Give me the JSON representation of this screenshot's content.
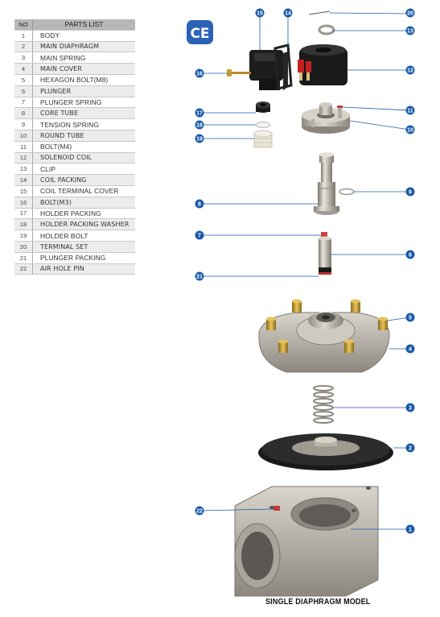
{
  "table": {
    "header_no": "NO",
    "header_title": "PARTS  LIST",
    "rows": [
      {
        "no": "1",
        "name": "BODY"
      },
      {
        "no": "2",
        "name": "MAIN DIAPHRAGM"
      },
      {
        "no": "3",
        "name": "MAIN SPRING"
      },
      {
        "no": "4",
        "name": "MAIN COVER"
      },
      {
        "no": "5",
        "name": "HEXAGON BOLT(M8)"
      },
      {
        "no": "6",
        "name": "PLUNGER"
      },
      {
        "no": "7",
        "name": "PLUNGER SPRING"
      },
      {
        "no": "8",
        "name": "CORE TUBE"
      },
      {
        "no": "9",
        "name": "TENSION SPRING"
      },
      {
        "no": "10",
        "name": "ROUND TUBE"
      },
      {
        "no": "11",
        "name": "BOLT(M4)"
      },
      {
        "no": "12",
        "name": "SOLENOID COIL"
      },
      {
        "no": "13",
        "name": "CLIP"
      },
      {
        "no": "14",
        "name": "COIL PACKING"
      },
      {
        "no": "15",
        "name": "COIL TERMINAL COVER"
      },
      {
        "no": "16",
        "name": "BOLT(M3)"
      },
      {
        "no": "17",
        "name": "HOLDER PACKING"
      },
      {
        "no": "18",
        "name": "HOLDER PACKING WASHER"
      },
      {
        "no": "19",
        "name": "HOLDER BOLT"
      },
      {
        "no": "20",
        "name": "TERMINAL SET"
      },
      {
        "no": "21",
        "name": "PLUNGER PACKING"
      },
      {
        "no": "22",
        "name": "AIR HOLE PIN"
      }
    ]
  },
  "ce_mark": "CE",
  "callouts": [
    "15",
    "14",
    "20",
    "13",
    "16",
    "12",
    "17",
    "11",
    "18",
    "10",
    "19",
    "8",
    "9",
    "7",
    "6",
    "21",
    "5",
    "4",
    "3",
    "2",
    "22",
    "1"
  ],
  "caption": "SINGLE DIAPHRAGM MODEL",
  "colors": {
    "callout": "#1a5aa8",
    "leader": "#1a5aa8",
    "table_header": "#b7b7b7",
    "row_shade": "#ececec",
    "metal": "#b9b4aa",
    "brass": "#c8a03a",
    "rubber": "#1f1f1f"
  }
}
